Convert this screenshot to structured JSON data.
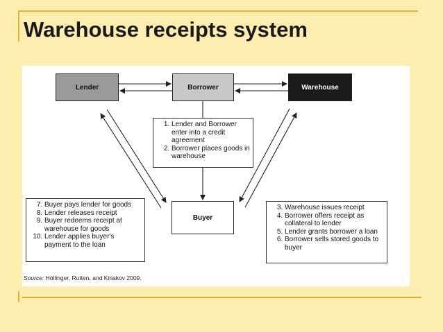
{
  "slide": {
    "title": "Warehouse receipts system"
  },
  "diagram": {
    "nodes": {
      "lender": "Lender",
      "borrower": "Borrower",
      "warehouse": "Warehouse",
      "buyer": "Buyer"
    },
    "center_steps": [
      "Lender and Borrower enter into a credit agreement",
      "Borrower places goods in warehouse"
    ],
    "left_steps": [
      "Buyer pays lender for goods",
      "Lender releases receipt",
      "Buyer redeems receipt at warehouse for goods",
      "Lender applies buyer's payment to the loan"
    ],
    "right_steps": [
      "Warehouse issues receipt",
      "Borrower offers receipt as collateral to lender",
      "Lender grants borrower a loan",
      "Borrower sells stored goods to buyer"
    ],
    "source_label": "Source:",
    "source_text": "Höllinger, Rutten, and Kiriakov 2009."
  }
}
